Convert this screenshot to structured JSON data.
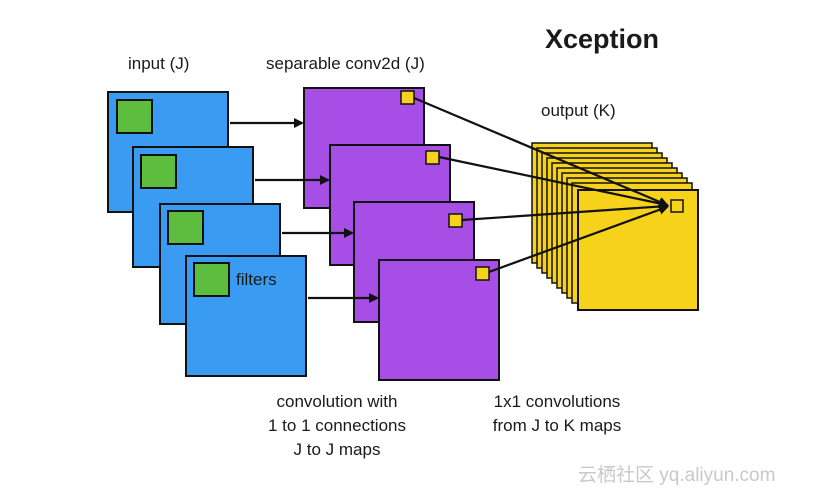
{
  "title": "Xception",
  "labels": {
    "input": "input (J)",
    "separable": "separable conv2d (J)",
    "output": "output (K)",
    "filters": "filters"
  },
  "captions": {
    "depthwise": [
      "convolution with",
      "1 to 1 connections",
      "J to J maps"
    ],
    "pointwise": [
      "1x1 convolutions",
      "from J to K maps"
    ]
  },
  "watermark": "云栖社区 yq.aliyun.com",
  "colors": {
    "input_map": "#3a9bf2",
    "filter": "#5cbd3f",
    "separable_map": "#a64ee6",
    "output_map": "#f7d21a",
    "point_kernel": "#f7d21a",
    "edge": "#111111"
  }
}
